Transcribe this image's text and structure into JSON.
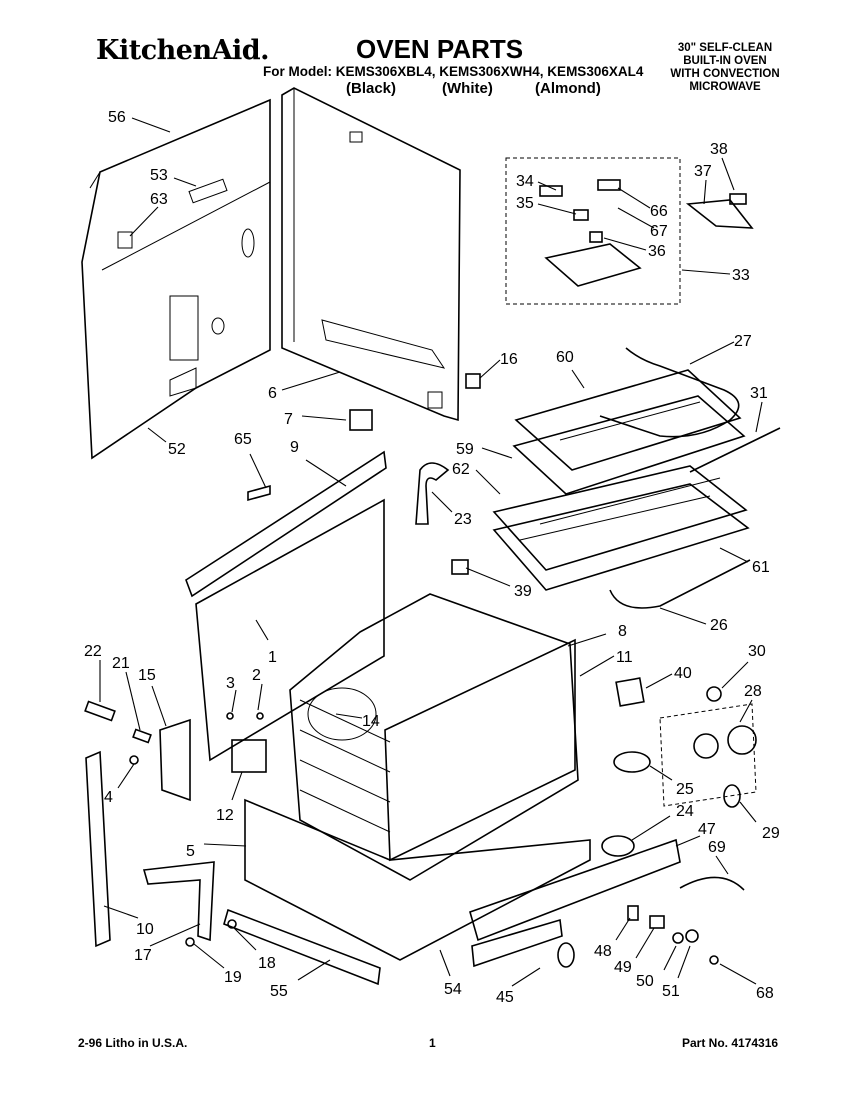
{
  "header": {
    "brand": "KitchenAid.",
    "title": "OVEN PARTS",
    "model_line": "For Model: KEMS306XBL4, KEMS306XWH4, KEMS306XAL4",
    "variants": [
      "(Black)",
      "(White)",
      "(Almond)"
    ],
    "description": [
      "30\" SELF-CLEAN",
      "BUILT-IN OVEN",
      "WITH CONVECTION",
      "MICROWAVE"
    ]
  },
  "footer": {
    "litho": "2-96 Litho in U.S.A.",
    "page_number": "1",
    "part_no": "Part No. 4174316"
  },
  "callouts": [
    "56",
    "53",
    "63",
    "52",
    "6",
    "7",
    "16",
    "65",
    "9",
    "23",
    "39",
    "1",
    "22",
    "21",
    "15",
    "3",
    "2",
    "14",
    "4",
    "12",
    "5",
    "10",
    "17",
    "19",
    "18",
    "55",
    "54",
    "45",
    "48",
    "49",
    "50",
    "51",
    "68",
    "69",
    "47",
    "24",
    "29",
    "25",
    "28",
    "30",
    "40",
    "11",
    "8",
    "26",
    "61",
    "62",
    "59",
    "60",
    "27",
    "31",
    "33",
    "34",
    "35",
    "36",
    "66",
    "67",
    "37",
    "38"
  ]
}
